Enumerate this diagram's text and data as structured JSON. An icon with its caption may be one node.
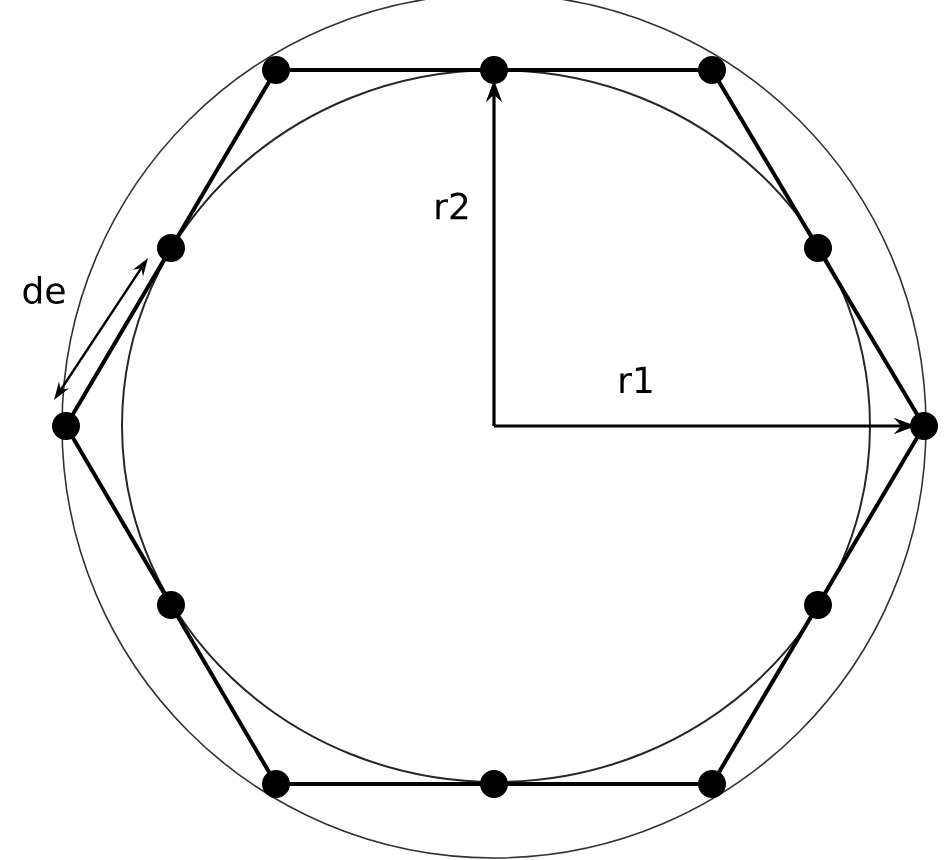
{
  "diagram": {
    "labels": [
      "de",
      "r2",
      "r1"
    ]
  }
}
